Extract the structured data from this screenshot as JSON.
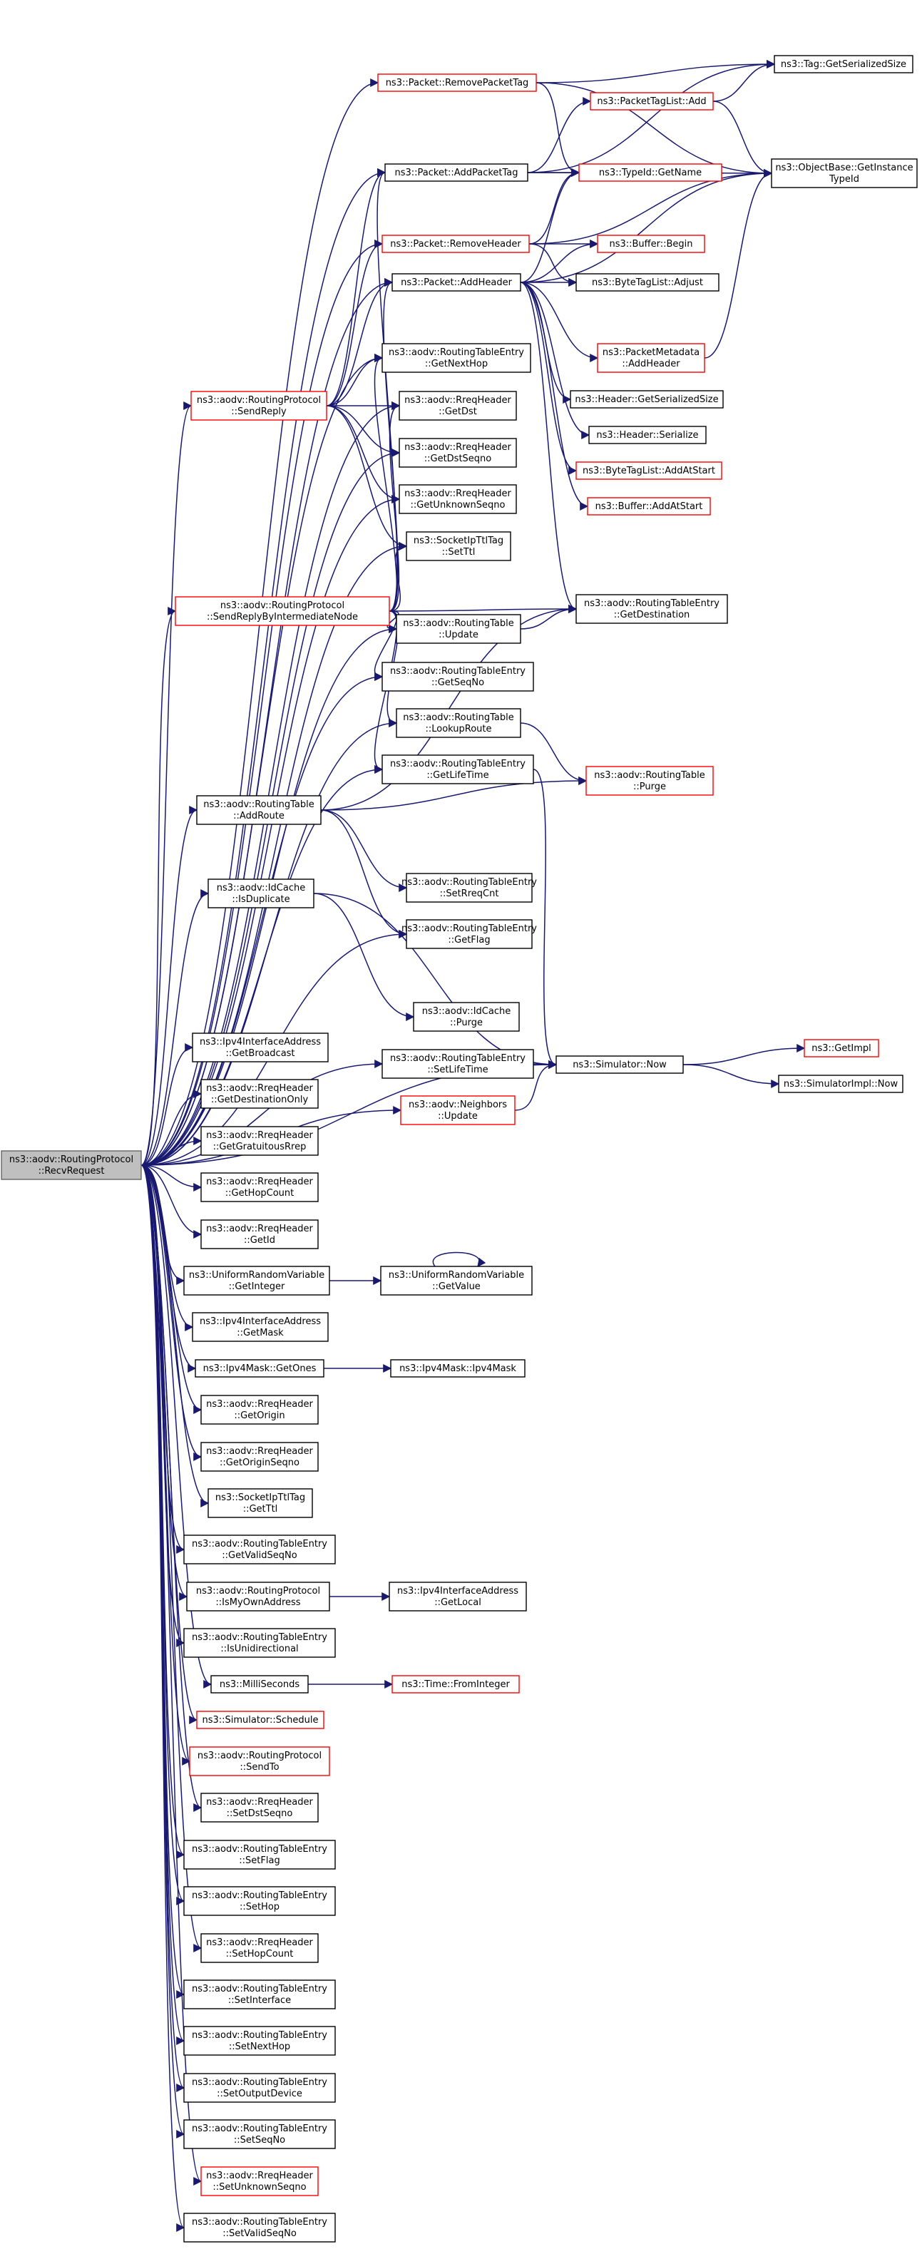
{
  "graph": {
    "nodes": [
      {
        "id": "root",
        "lines": [
          "ns3::aodv::RoutingProtocol",
          "::RecvRequest"
        ],
        "style": "root"
      },
      {
        "id": "removePacketTag",
        "lines": [
          "ns3::Packet::RemovePacketTag"
        ],
        "style": "red"
      },
      {
        "id": "addPacketTag",
        "lines": [
          "ns3::Packet::AddPacketTag"
        ],
        "style": "black"
      },
      {
        "id": "removeHeader",
        "lines": [
          "ns3::Packet::RemoveHeader"
        ],
        "style": "red"
      },
      {
        "id": "addHeader",
        "lines": [
          "ns3::Packet::AddHeader"
        ],
        "style": "black"
      },
      {
        "id": "sendReply",
        "lines": [
          "ns3::aodv::RoutingProtocol",
          "::SendReply"
        ],
        "style": "red"
      },
      {
        "id": "sendReplyInter",
        "lines": [
          "ns3::aodv::RoutingProtocol",
          "::SendReplyByIntermediateNode"
        ],
        "style": "red"
      },
      {
        "id": "addRoute",
        "lines": [
          "ns3::aodv::RoutingTable",
          "::AddRoute"
        ],
        "style": "black"
      },
      {
        "id": "isDuplicate",
        "lines": [
          "ns3::aodv::IdCache",
          "::IsDuplicate"
        ],
        "style": "black"
      },
      {
        "id": "getBroadcast",
        "lines": [
          "ns3::Ipv4InterfaceAddress",
          "::GetBroadcast"
        ],
        "style": "black"
      },
      {
        "id": "getDestOnly",
        "lines": [
          "ns3::aodv::RreqHeader",
          "::GetDestinationOnly"
        ],
        "style": "black"
      },
      {
        "id": "getGratuitous",
        "lines": [
          "ns3::aodv::RreqHeader",
          "::GetGratuitousRrep"
        ],
        "style": "black"
      },
      {
        "id": "getHopCount",
        "lines": [
          "ns3::aodv::RreqHeader",
          "::GetHopCount"
        ],
        "style": "black"
      },
      {
        "id": "getId",
        "lines": [
          "ns3::aodv::RreqHeader",
          "::GetId"
        ],
        "style": "black"
      },
      {
        "id": "getInteger",
        "lines": [
          "ns3::UniformRandomVariable",
          "::GetInteger"
        ],
        "style": "black"
      },
      {
        "id": "getMask",
        "lines": [
          "ns3::Ipv4InterfaceAddress",
          "::GetMask"
        ],
        "style": "black"
      },
      {
        "id": "getOnes",
        "lines": [
          "ns3::Ipv4Mask::GetOnes"
        ],
        "style": "black"
      },
      {
        "id": "getOrigin",
        "lines": [
          "ns3::aodv::RreqHeader",
          "::GetOrigin"
        ],
        "style": "black"
      },
      {
        "id": "getOriginSeqno",
        "lines": [
          "ns3::aodv::RreqHeader",
          "::GetOriginSeqno"
        ],
        "style": "black"
      },
      {
        "id": "getTtl",
        "lines": [
          "ns3::SocketIpTtlTag",
          "::GetTtl"
        ],
        "style": "black"
      },
      {
        "id": "getValidSeqNo",
        "lines": [
          "ns3::aodv::RoutingTableEntry",
          "::GetValidSeqNo"
        ],
        "style": "black"
      },
      {
        "id": "isMyOwnAddress",
        "lines": [
          "ns3::aodv::RoutingProtocol",
          "::IsMyOwnAddress"
        ],
        "style": "black"
      },
      {
        "id": "isUnidirectional",
        "lines": [
          "ns3::aodv::RoutingTableEntry",
          "::IsUnidirectional"
        ],
        "style": "black"
      },
      {
        "id": "milliSeconds",
        "lines": [
          "ns3::MilliSeconds"
        ],
        "style": "black"
      },
      {
        "id": "schedule",
        "lines": [
          "ns3::Simulator::Schedule"
        ],
        "style": "red"
      },
      {
        "id": "sendTo",
        "lines": [
          "ns3::aodv::RoutingProtocol",
          "::SendTo"
        ],
        "style": "red"
      },
      {
        "id": "setDstSeqno",
        "lines": [
          "ns3::aodv::RreqHeader",
          "::SetDstSeqno"
        ],
        "style": "black"
      },
      {
        "id": "setFlag",
        "lines": [
          "ns3::aodv::RoutingTableEntry",
          "::SetFlag"
        ],
        "style": "black"
      },
      {
        "id": "setHop",
        "lines": [
          "ns3::aodv::RoutingTableEntry",
          "::SetHop"
        ],
        "style": "black"
      },
      {
        "id": "setHopCount",
        "lines": [
          "ns3::aodv::RreqHeader",
          "::SetHopCount"
        ],
        "style": "black"
      },
      {
        "id": "setInterface",
        "lines": [
          "ns3::aodv::RoutingTableEntry",
          "::SetInterface"
        ],
        "style": "black"
      },
      {
        "id": "setNextHop",
        "lines": [
          "ns3::aodv::RoutingTableEntry",
          "::SetNextHop"
        ],
        "style": "black"
      },
      {
        "id": "setOutputDevice",
        "lines": [
          "ns3::aodv::RoutingTableEntry",
          "::SetOutputDevice"
        ],
        "style": "black"
      },
      {
        "id": "setSeqNo",
        "lines": [
          "ns3::aodv::RoutingTableEntry",
          "::SetSeqNo"
        ],
        "style": "black"
      },
      {
        "id": "setUnknownSeqno",
        "lines": [
          "ns3::aodv::RreqHeader",
          "::SetUnknownSeqno"
        ],
        "style": "red"
      },
      {
        "id": "setValidSeqNo",
        "lines": [
          "ns3::aodv::RoutingTableEntry",
          "::SetValidSeqNo"
        ],
        "style": "black"
      },
      {
        "id": "getNextHop",
        "lines": [
          "ns3::aodv::RoutingTableEntry",
          "::GetNextHop"
        ],
        "style": "black"
      },
      {
        "id": "getDst",
        "lines": [
          "ns3::aodv::RreqHeader",
          "::GetDst"
        ],
        "style": "black"
      },
      {
        "id": "getDstSeqno",
        "lines": [
          "ns3::aodv::RreqHeader",
          "::GetDstSeqno"
        ],
        "style": "black"
      },
      {
        "id": "getUnknownSeqno",
        "lines": [
          "ns3::aodv::RreqHeader",
          "::GetUnknownSeqno"
        ],
        "style": "black"
      },
      {
        "id": "setTtl",
        "lines": [
          "ns3::SocketIpTtlTag",
          "::SetTtl"
        ],
        "style": "black"
      },
      {
        "id": "rtUpdate",
        "lines": [
          "ns3::aodv::RoutingTable",
          "::Update"
        ],
        "style": "black"
      },
      {
        "id": "getSeqNo",
        "lines": [
          "ns3::aodv::RoutingTableEntry",
          "::GetSeqNo"
        ],
        "style": "black"
      },
      {
        "id": "lookupRoute",
        "lines": [
          "ns3::aodv::RoutingTable",
          "::LookupRoute"
        ],
        "style": "black"
      },
      {
        "id": "getLifeTime",
        "lines": [
          "ns3::aodv::RoutingTableEntry",
          "::GetLifeTime"
        ],
        "style": "black"
      },
      {
        "id": "setRreqCnt",
        "lines": [
          "ns3::aodv::RoutingTableEntry",
          "::SetRreqCnt"
        ],
        "style": "black"
      },
      {
        "id": "getFlag",
        "lines": [
          "ns3::aodv::RoutingTableEntry",
          "::GetFlag"
        ],
        "style": "black"
      },
      {
        "id": "idPurge",
        "lines": [
          "ns3::aodv::IdCache",
          "::Purge"
        ],
        "style": "black"
      },
      {
        "id": "setLifeTime",
        "lines": [
          "ns3::aodv::RoutingTableEntry",
          "::SetLifeTime"
        ],
        "style": "black"
      },
      {
        "id": "nbUpdate",
        "lines": [
          "ns3::aodv::Neighbors",
          "::Update"
        ],
        "style": "red"
      },
      {
        "id": "getValue",
        "lines": [
          "ns3::UniformRandomVariable",
          "::GetValue"
        ],
        "style": "black"
      },
      {
        "id": "ipv4Mask",
        "lines": [
          "ns3::Ipv4Mask::Ipv4Mask"
        ],
        "style": "black"
      },
      {
        "id": "getLocal",
        "lines": [
          "ns3::Ipv4InterfaceAddress",
          "::GetLocal"
        ],
        "style": "black"
      },
      {
        "id": "fromInteger",
        "lines": [
          "ns3::Time::FromInteger"
        ],
        "style": "red"
      },
      {
        "id": "packetTagListAdd",
        "lines": [
          "ns3::PacketTagList::Add"
        ],
        "style": "red"
      },
      {
        "id": "typeIdGetName",
        "lines": [
          "ns3::TypeId::GetName"
        ],
        "style": "red"
      },
      {
        "id": "bufferBegin",
        "lines": [
          "ns3::Buffer::Begin"
        ],
        "style": "red"
      },
      {
        "id": "byteTagListAdjust",
        "lines": [
          "ns3::ByteTagList::Adjust"
        ],
        "style": "black"
      },
      {
        "id": "packetMetadataAddHeader",
        "lines": [
          "ns3::PacketMetadata",
          "::AddHeader"
        ],
        "style": "red"
      },
      {
        "id": "headerGetSerializedSize",
        "lines": [
          "ns3::Header::GetSerializedSize"
        ],
        "style": "black"
      },
      {
        "id": "headerSerialize",
        "lines": [
          "ns3::Header::Serialize"
        ],
        "style": "black"
      },
      {
        "id": "byteTagListAddAtStart",
        "lines": [
          "ns3::ByteTagList::AddAtStart"
        ],
        "style": "red"
      },
      {
        "id": "bufferAddAtStart",
        "lines": [
          "ns3::Buffer::AddAtStart"
        ],
        "style": "red"
      },
      {
        "id": "getDestination",
        "lines": [
          "ns3::aodv::RoutingTableEntry",
          "::GetDestination"
        ],
        "style": "black"
      },
      {
        "id": "rtPurge",
        "lines": [
          "ns3::aodv::RoutingTable",
          "::Purge"
        ],
        "style": "red"
      },
      {
        "id": "simNow",
        "lines": [
          "ns3::Simulator::Now"
        ],
        "style": "black"
      },
      {
        "id": "tagGetSerializedSize",
        "lines": [
          "ns3::Tag::GetSerializedSize"
        ],
        "style": "black"
      },
      {
        "id": "getInstanceTypeId",
        "lines": [
          "ns3::ObjectBase::GetInstance",
          "TypeId"
        ],
        "style": "black"
      },
      {
        "id": "getImpl",
        "lines": [
          "ns3::GetImpl"
        ],
        "style": "red"
      },
      {
        "id": "simImplNow",
        "lines": [
          "ns3::SimulatorImpl::Now"
        ],
        "style": "black"
      }
    ]
  }
}
